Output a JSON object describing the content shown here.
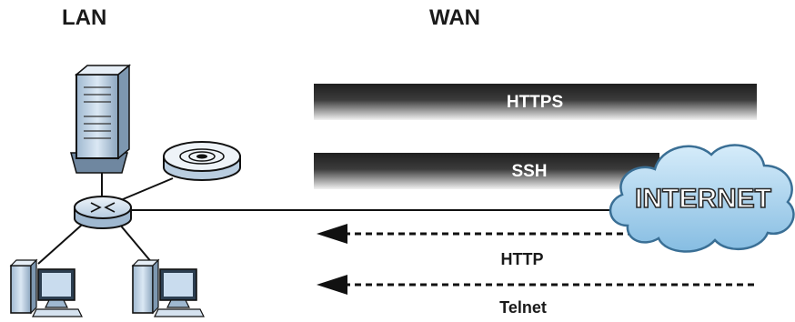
{
  "headings": {
    "lan": "LAN",
    "wan": "WAN"
  },
  "cloud": {
    "label": "INTERNET"
  },
  "protocols": {
    "https": "HTTPS",
    "ssh": "SSH",
    "http": "HTTP",
    "telnet": "Telnet"
  },
  "icons": {
    "server": "server-tower-icon",
    "access_point": "wireless-access-point-icon",
    "switch": "network-switch-icon",
    "pc_left": "desktop-computer-icon",
    "pc_right": "desktop-computer-icon",
    "cloud": "internet-cloud-icon"
  },
  "colors": {
    "band_dark": "#2f2f2f",
    "band_light": "#ececec",
    "cloud_fill": "#a9d3ee",
    "cloud_edge": "#3a6f95",
    "device_blue": "#c7d9ea",
    "line": "#111111"
  }
}
